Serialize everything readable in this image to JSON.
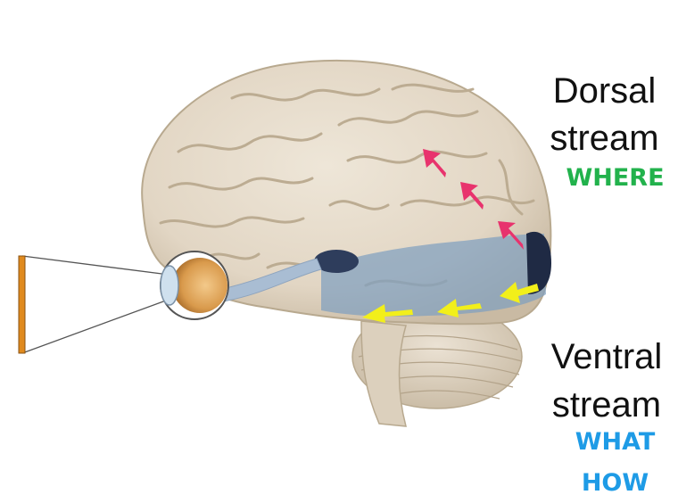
{
  "labels": {
    "dorsal_line1": "Dorsal",
    "dorsal_line2": "stream",
    "dorsal_tag": "WHERE",
    "ventral_line1": "Ventral",
    "ventral_line2": "stream",
    "ventral_tag1": "WHAT",
    "ventral_tag2": "HOW"
  },
  "colors": {
    "where_green": "#22b24c",
    "what_how_blue": "#1e9be6",
    "dorsal_arrow": "#e8336d",
    "ventral_arrow": "#f2ef1a",
    "brain": "#e6dccd",
    "stream_blue": "#7f9fbf"
  }
}
